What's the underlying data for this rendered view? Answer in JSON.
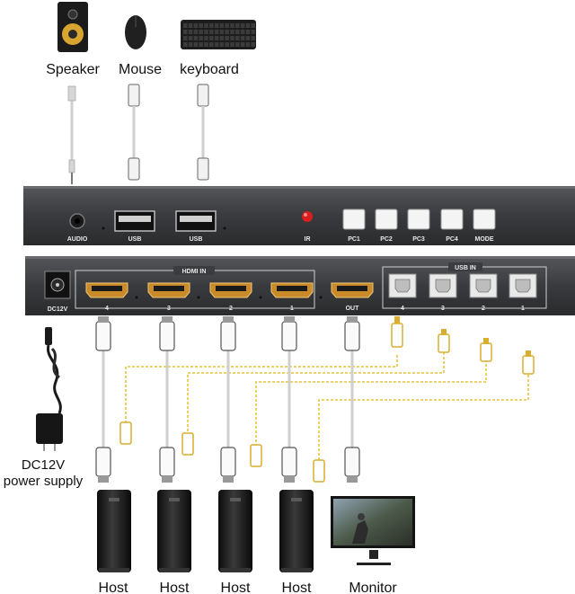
{
  "devices": {
    "speaker": "Speaker",
    "mouse": "Mouse",
    "keyboard": "keyboard",
    "power": [
      "DC12V",
      "power supply"
    ],
    "hosts": [
      "Host",
      "Host",
      "Host",
      "Host"
    ],
    "monitor": "Monitor"
  },
  "front_panel": {
    "audio": "AUDIO",
    "usb_ports": [
      "USB",
      "USB"
    ],
    "ir": "IR",
    "buttons": [
      "PC1",
      "PC2",
      "PC3",
      "PC4",
      "MODE"
    ]
  },
  "rear_panel": {
    "dc": "DC12V",
    "hdmi_in": "HDMI IN",
    "hdmi_numbers": [
      "4",
      "3",
      "2",
      "1"
    ],
    "out": "OUT",
    "usb_in": "USB IN",
    "usb_numbers": [
      "4",
      "3",
      "2",
      "1"
    ]
  },
  "colors": {
    "chassis": "#3c3d40",
    "hdmi_gold": "#c98a2a",
    "usb_cable": "#e8c23a",
    "hdmi_cable": "#c9c9c9",
    "ir_red": "#d81e1e"
  }
}
